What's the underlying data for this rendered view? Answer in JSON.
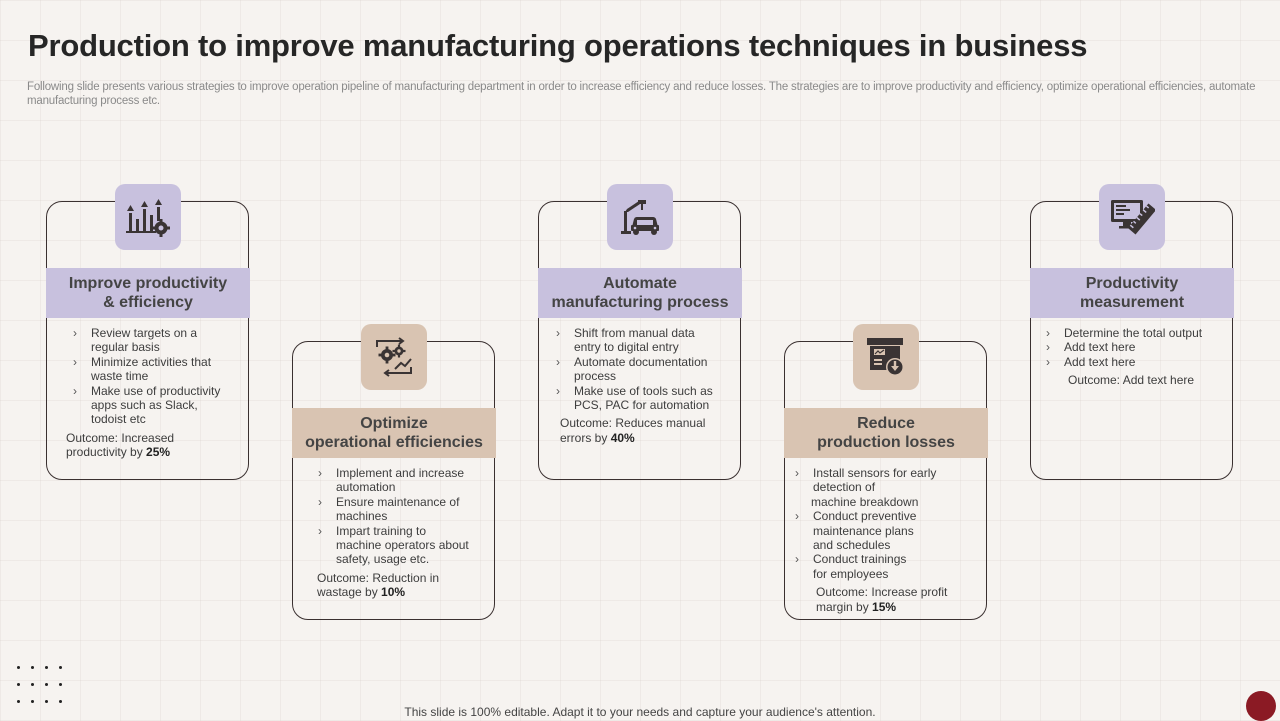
{
  "title": "Production to improve manufacturing operations techniques in business",
  "subtitle": "Following slide presents various strategies to improve operation pipeline of manufacturing department in order to increase efficiency and reduce losses. The strategies are to improve productivity and efficiency, optimize operational efficiencies, automate manufacturing process etc.",
  "colors": {
    "purple": "#c8c1de",
    "tan": "#d9c4b2",
    "icon_dark": "#3a3434",
    "accent_red": "#8b1a24"
  },
  "cards": [
    {
      "icon": "bar-chart-gear-icon",
      "heading": [
        "Improve productivity",
        "& efficiency"
      ],
      "bullets": [
        [
          "Review targets on a",
          "regular basis"
        ],
        [
          "Minimize activities that",
          "waste time"
        ],
        [
          "Make use of productivity",
          "apps such as Slack,",
          "todoist etc"
        ]
      ],
      "outcome_prefix": [
        "Outcome: Increased",
        "productivity  by "
      ],
      "outcome_value": "25%"
    },
    {
      "icon": "gears-cycle-icon",
      "heading": [
        "Optimize",
        "operational efficiencies"
      ],
      "bullets": [
        [
          "Implement and increase",
          "automation"
        ],
        [
          "Ensure maintenance of",
          "machines"
        ],
        [
          "Impart training to",
          "machine operators about",
          "safety, usage etc."
        ]
      ],
      "outcome_prefix": [
        "Outcome: Reduction in",
        "wastage by "
      ],
      "outcome_value": "10%"
    },
    {
      "icon": "robot-arm-car-icon",
      "heading": [
        "Automate",
        "manufacturing process"
      ],
      "bullets": [
        [
          "Shift from manual data",
          "entry to digital entry"
        ],
        [
          "Automate documentation",
          "process"
        ],
        [
          "Make use of tools such as",
          "PCS, PAC for automation"
        ]
      ],
      "outcome_prefix": [
        "Outcome: Reduces manual",
        "errors by "
      ],
      "outcome_value": "40%"
    },
    {
      "icon": "box-down-arrow-icon",
      "heading": [
        "Reduce",
        "production losses"
      ],
      "bullets": [
        [
          "Install sensors for early",
          "detection of",
          "machine breakdown"
        ],
        [
          "Conduct preventive",
          "maintenance plans",
          "and schedules"
        ],
        [
          "Conduct trainings",
          "for employees"
        ]
      ],
      "outcome_prefix": [
        "Outcome:  Increase profit",
        "margin by "
      ],
      "outcome_value": "15%"
    },
    {
      "icon": "monitor-ruler-icon",
      "heading": [
        "Productivity",
        "measurement"
      ],
      "bullets": [
        [
          "Determine the total output"
        ],
        [
          "Add text here"
        ],
        [
          "Add text here"
        ]
      ],
      "outcome_prefix": [
        "Outcome: Add text  here"
      ],
      "outcome_value": ""
    }
  ],
  "footer": "This slide is 100% editable. Adapt it to your needs and capture your audience's attention."
}
